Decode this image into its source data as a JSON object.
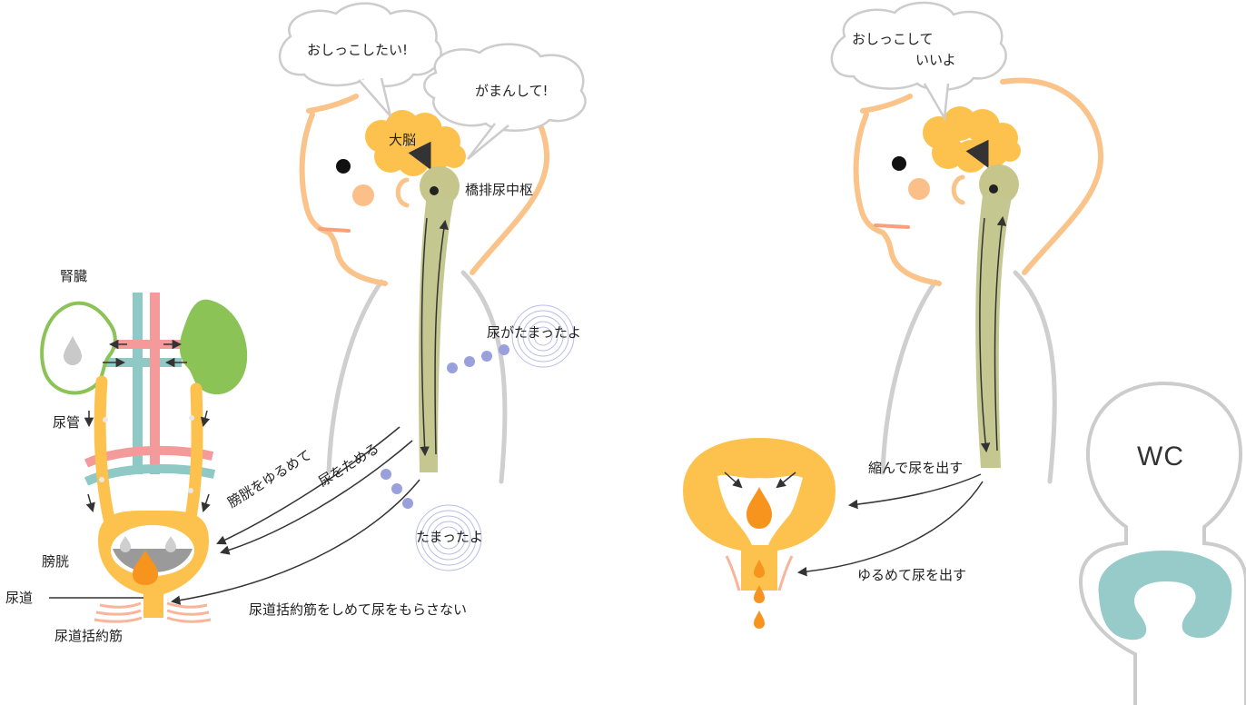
{
  "left_scene": {
    "bubble_want_to_pee": "おしっこしたい!",
    "bubble_hold_it": "がまんして!",
    "brain_label": "大脳",
    "pons_center_label": "橋排尿中枢",
    "kidney_label": "腎臓",
    "ureter_label": "尿管",
    "bladder_label": "膀胱",
    "urethra_label": "尿道",
    "sphincter_label": "尿道括約筋",
    "signal_full_label": "尿がたまったよ",
    "signal_filled_label": "たまったよ",
    "relax_bladder_line1": "膀胱をゆるめて",
    "relax_bladder_line2": "尿をためる",
    "tighten_sphincter_label": "尿道括約筋をしめて尿をもらさない"
  },
  "right_scene": {
    "bubble_ok_line1": "おしっこして",
    "bubble_ok_line2": "いいよ",
    "contract_label": "縮んで尿を出す",
    "loosen_label": "ゆるめて尿を出す",
    "toilet_label": "WC"
  },
  "colors": {
    "skin_outline": "#f9c38a",
    "brain": "#fcc24d",
    "spinal_cord": "#c4c790",
    "pons": "#c6c58c",
    "kidney": "#8bc357",
    "urinary_tract": "#fcc24d",
    "urine_drop": "#f7941d",
    "artery": "#f59a9a",
    "vein": "#8ec9c6",
    "signal_dots": "#9aa0dc",
    "toilet_seat": "#96cbc9",
    "body_outline": "#cccccc"
  }
}
